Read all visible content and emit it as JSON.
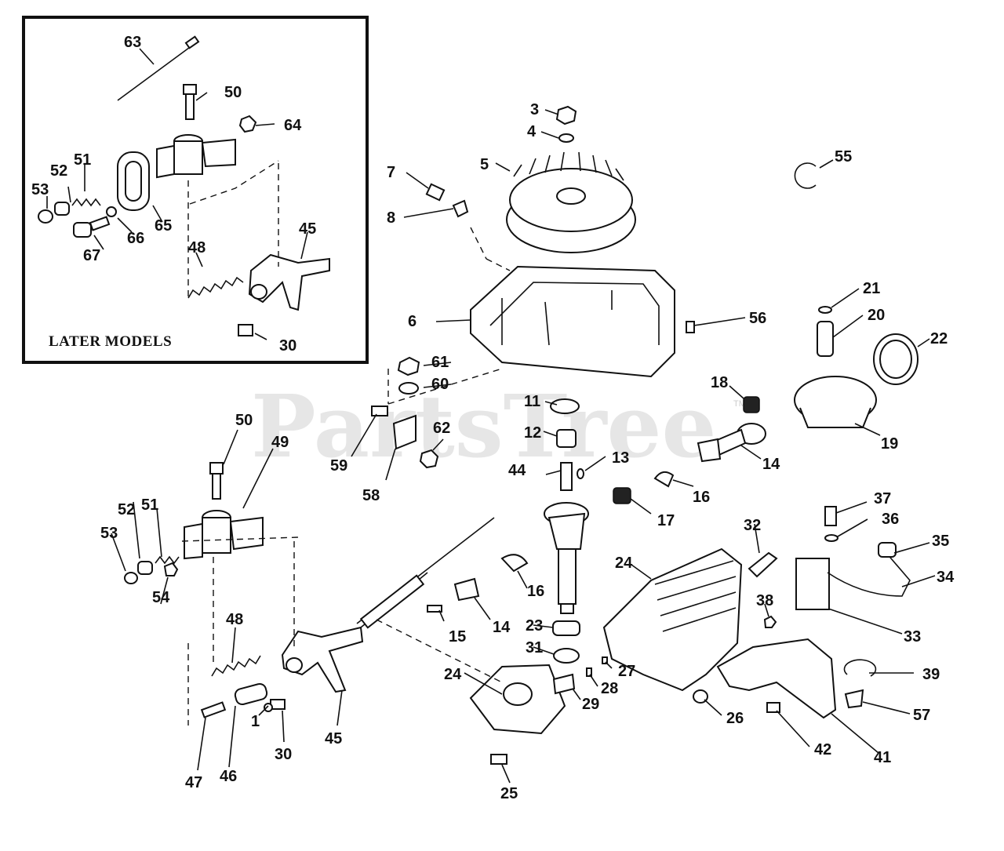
{
  "inset": {
    "label": "LATER MODELS"
  },
  "watermark": {
    "text": "PartsTree",
    "trademark": "TM"
  },
  "callouts": [
    {
      "id": "c63",
      "text": "63"
    },
    {
      "id": "c50a",
      "text": "50"
    },
    {
      "id": "c64",
      "text": "64"
    },
    {
      "id": "c52a",
      "text": "52"
    },
    {
      "id": "c51a",
      "text": "51"
    },
    {
      "id": "c53a",
      "text": "53"
    },
    {
      "id": "c65",
      "text": "65"
    },
    {
      "id": "c66",
      "text": "66"
    },
    {
      "id": "c67",
      "text": "67"
    },
    {
      "id": "c48a",
      "text": "48"
    },
    {
      "id": "c45a",
      "text": "45"
    },
    {
      "id": "c30a",
      "text": "30"
    },
    {
      "id": "c3",
      "text": "3"
    },
    {
      "id": "c4",
      "text": "4"
    },
    {
      "id": "c5",
      "text": "5"
    },
    {
      "id": "c7",
      "text": "7"
    },
    {
      "id": "c8",
      "text": "8"
    },
    {
      "id": "c55",
      "text": "55"
    },
    {
      "id": "c6",
      "text": "6"
    },
    {
      "id": "c56",
      "text": "56"
    },
    {
      "id": "c21",
      "text": "21"
    },
    {
      "id": "c20",
      "text": "20"
    },
    {
      "id": "c22",
      "text": "22"
    },
    {
      "id": "c61",
      "text": "61"
    },
    {
      "id": "c60",
      "text": "60"
    },
    {
      "id": "c18",
      "text": "18"
    },
    {
      "id": "c19",
      "text": "19"
    },
    {
      "id": "c11",
      "text": "11"
    },
    {
      "id": "c12",
      "text": "12"
    },
    {
      "id": "c62",
      "text": "62"
    },
    {
      "id": "c59",
      "text": "59"
    },
    {
      "id": "c58",
      "text": "58"
    },
    {
      "id": "c13",
      "text": "13"
    },
    {
      "id": "c44",
      "text": "44"
    },
    {
      "id": "c14a",
      "text": "14"
    },
    {
      "id": "c16a",
      "text": "16"
    },
    {
      "id": "c17",
      "text": "17"
    },
    {
      "id": "c50b",
      "text": "50"
    },
    {
      "id": "c49",
      "text": "49"
    },
    {
      "id": "c52b",
      "text": "52"
    },
    {
      "id": "c51b",
      "text": "51"
    },
    {
      "id": "c53b",
      "text": "53"
    },
    {
      "id": "c54",
      "text": "54"
    },
    {
      "id": "c32",
      "text": "32"
    },
    {
      "id": "c37",
      "text": "37"
    },
    {
      "id": "c36",
      "text": "36"
    },
    {
      "id": "c35",
      "text": "35"
    },
    {
      "id": "c34",
      "text": "34"
    },
    {
      "id": "c24a",
      "text": "24"
    },
    {
      "id": "c16b",
      "text": "16"
    },
    {
      "id": "c38",
      "text": "38"
    },
    {
      "id": "c33",
      "text": "33"
    },
    {
      "id": "c48b",
      "text": "48"
    },
    {
      "id": "c15",
      "text": "15"
    },
    {
      "id": "c14b",
      "text": "14"
    },
    {
      "id": "c23",
      "text": "23"
    },
    {
      "id": "c31",
      "text": "31"
    },
    {
      "id": "c27",
      "text": "27"
    },
    {
      "id": "c28",
      "text": "28"
    },
    {
      "id": "c24b",
      "text": "24"
    },
    {
      "id": "c29",
      "text": "29"
    },
    {
      "id": "c39",
      "text": "39"
    },
    {
      "id": "c1",
      "text": "1"
    },
    {
      "id": "c26",
      "text": "26"
    },
    {
      "id": "c57",
      "text": "57"
    },
    {
      "id": "c42",
      "text": "42"
    },
    {
      "id": "c30b",
      "text": "30"
    },
    {
      "id": "c45b",
      "text": "45"
    },
    {
      "id": "c47",
      "text": "47"
    },
    {
      "id": "c46",
      "text": "46"
    },
    {
      "id": "c25",
      "text": "25"
    },
    {
      "id": "c41",
      "text": "41"
    }
  ]
}
